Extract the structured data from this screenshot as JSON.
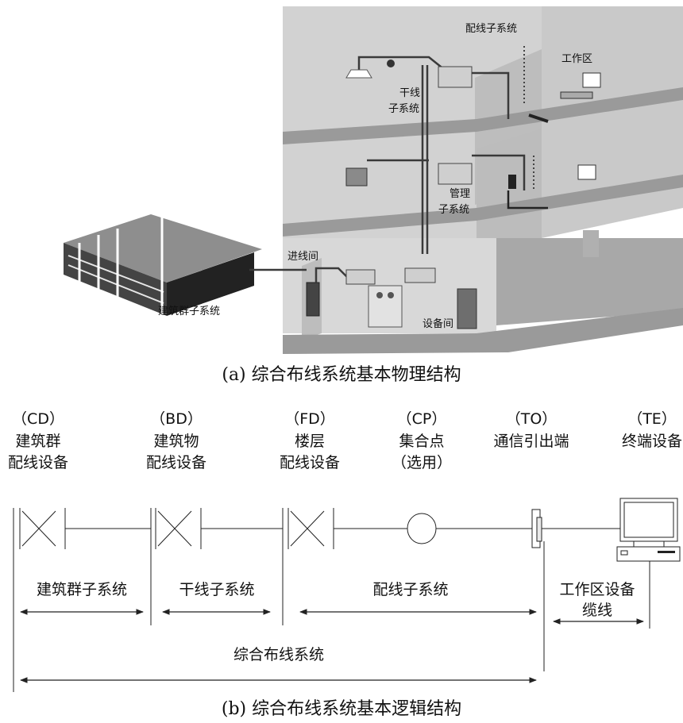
{
  "physical": {
    "labels": {
      "horizontal": "配线子系统",
      "work_area": "工作区",
      "backbone_1": "干线",
      "backbone_2": "子系统",
      "admin_1": "管理",
      "admin_2": "子系统",
      "entrance": "进线间",
      "equipment_room": "设备间",
      "campus": "建筑群子系统"
    },
    "caption": "(a)  综合布线系统基本物理结构"
  },
  "logical": {
    "nodes": [
      {
        "code": "（CD）",
        "line1": "建筑群",
        "line2": "配线设备"
      },
      {
        "code": "（BD）",
        "line1": "建筑物",
        "line2": "配线设备"
      },
      {
        "code": "（FD）",
        "line1": "楼层",
        "line2": "配线设备"
      },
      {
        "code": "（CP）",
        "line1": "集合点",
        "line2": "（选用）"
      },
      {
        "code": "（TO）",
        "line1": "通信引出端",
        "line2": ""
      },
      {
        "code": "（TE）",
        "line1": "终端设备",
        "line2": ""
      }
    ],
    "segments": {
      "campus": "建筑群子系统",
      "backbone": "干线子系统",
      "horizontal": "配线子系统",
      "work_area_1": "工作区设备",
      "work_area_2": "缆线",
      "overall": "综合布线系统"
    },
    "caption": "(b)  综合布线系统基本逻辑结构"
  }
}
